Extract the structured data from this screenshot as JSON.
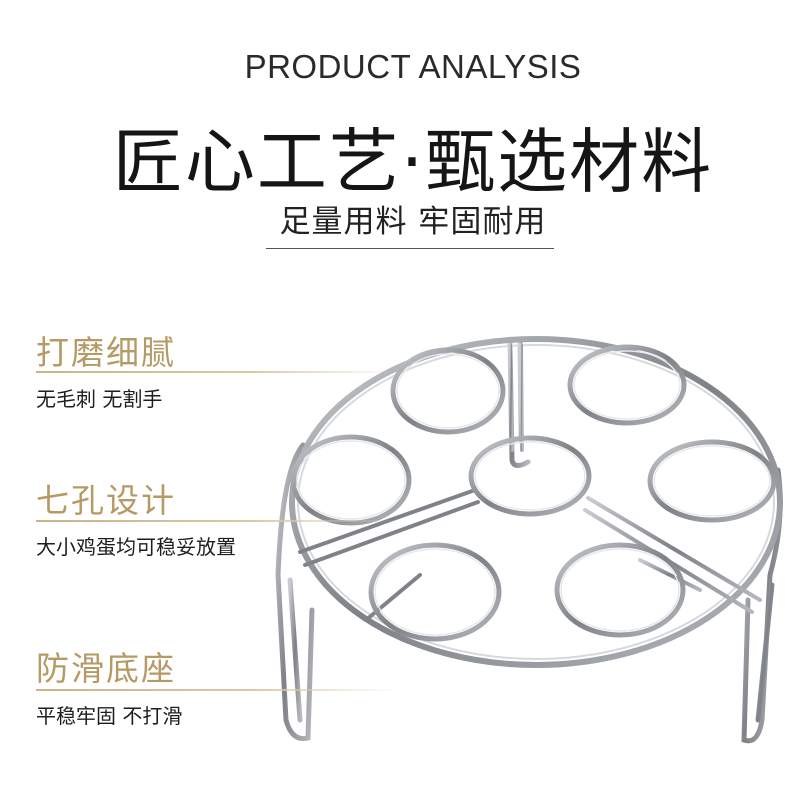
{
  "header": {
    "en_title": "PRODUCT ANALYSIS",
    "cn_title": "匠心工艺·甄选材料",
    "cn_subtitle": "足量用料 牢固耐用"
  },
  "features": [
    {
      "title": "打磨细腻",
      "desc": "无毛刺 无割手"
    },
    {
      "title": "七孔设计",
      "desc": "大小鸡蛋均可稳妥放置"
    },
    {
      "title": "防滑底座",
      "desc": "平稳牢固 不打滑"
    }
  ],
  "colors": {
    "accent_gold": "#b59a64",
    "metal": "#8c8f93"
  },
  "product_image": "stainless-steel-egg-steamer-rack"
}
